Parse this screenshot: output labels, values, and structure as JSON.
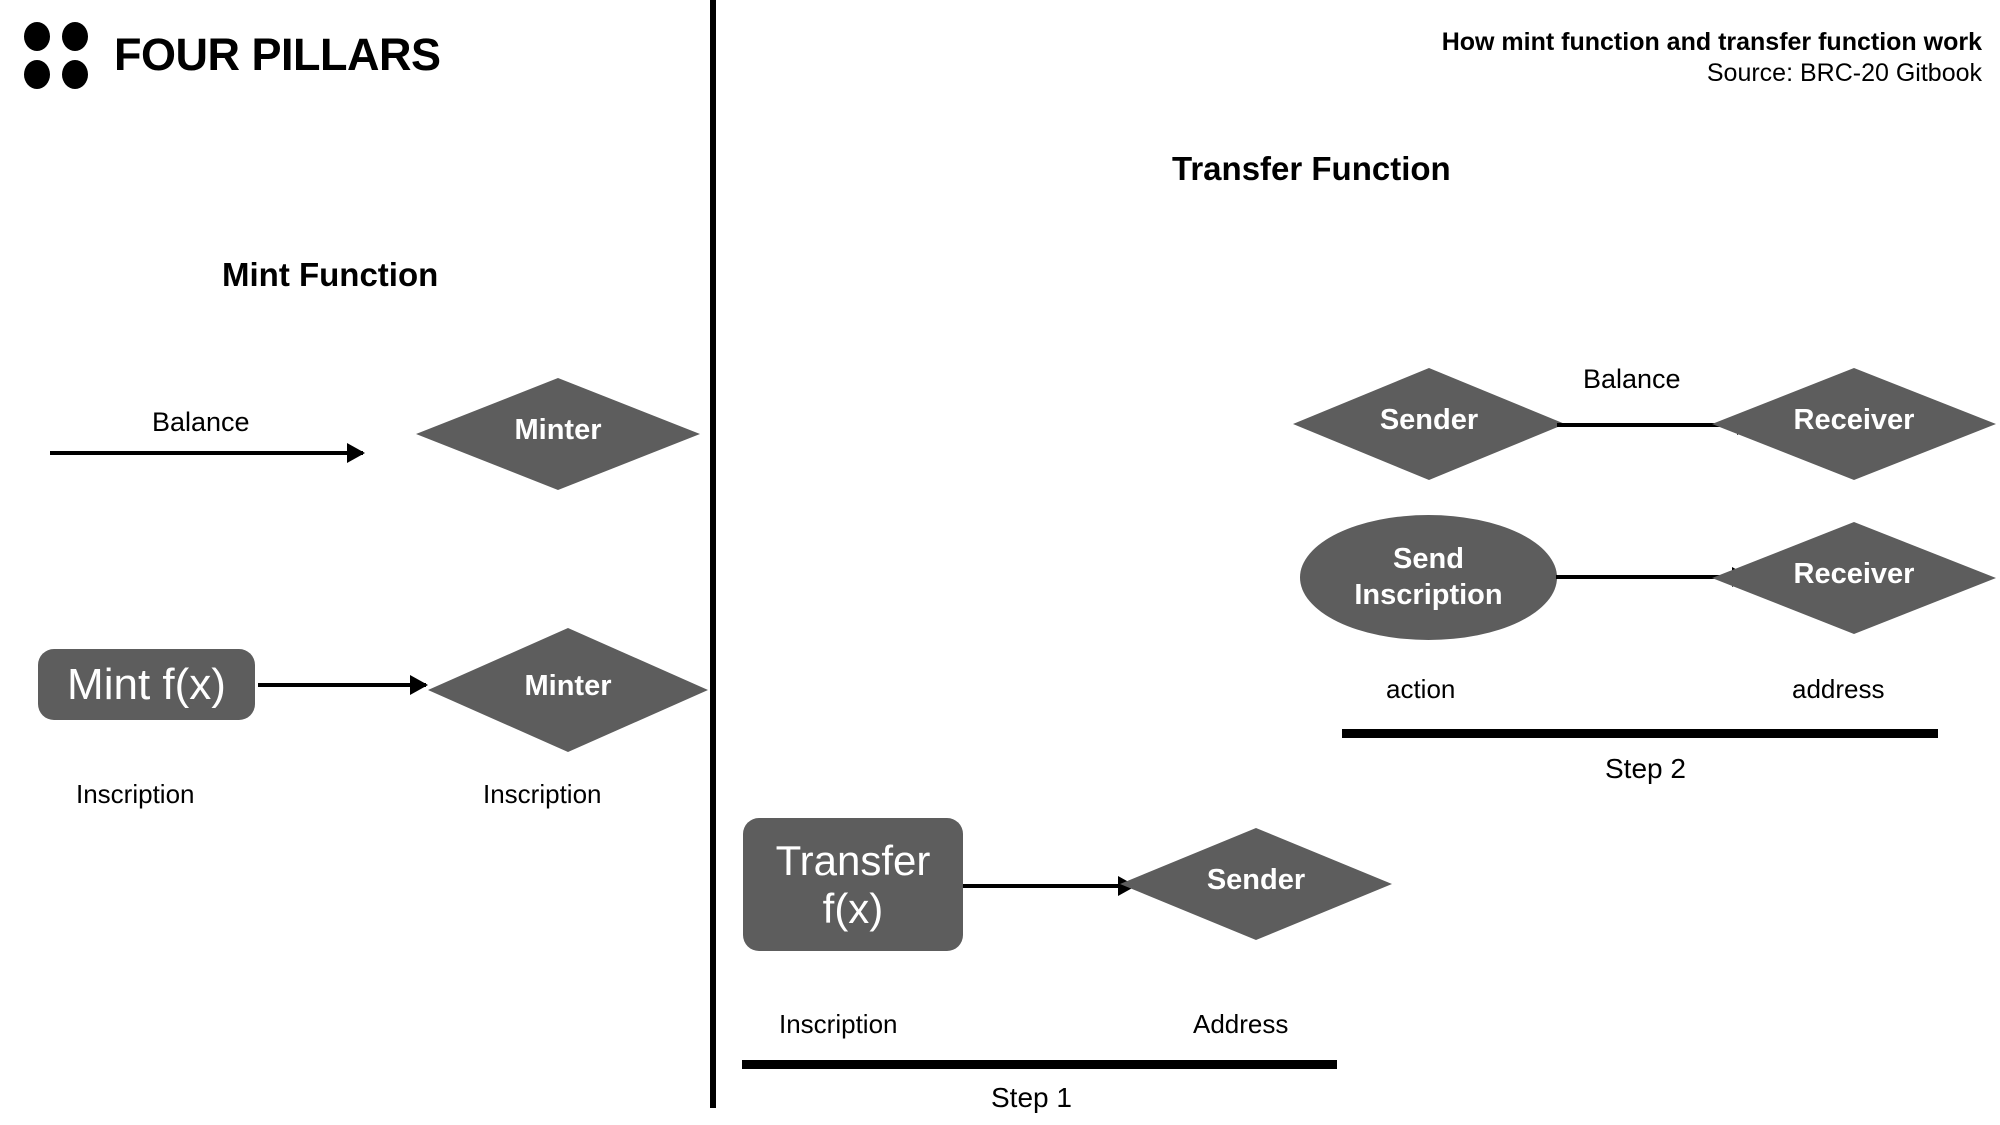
{
  "brand": {
    "name": "FOUR PILLARS",
    "logo_icon": "four-dots-icon"
  },
  "header": {
    "title": "How mint function and transfer function work",
    "source": "Source: BRC-20 Gitbook"
  },
  "mint_panel": {
    "title": "Mint Function",
    "balance_arrow_label": "Balance",
    "minter_top": "Minter",
    "mint_fx": "Mint f(x)",
    "minter_bottom": "Minter",
    "caption_left": "Inscription",
    "caption_right": "Inscription"
  },
  "transfer_panel": {
    "title": "Transfer Function",
    "step2": {
      "sender": "Sender",
      "balance_arrow_label": "Balance",
      "receiver_top": "Receiver",
      "send_inscription_line1": "Send",
      "send_inscription_line2": "Inscription",
      "receiver_bottom": "Receiver",
      "caption_left": "action",
      "caption_right": "address",
      "step_label": "Step 2"
    },
    "step1": {
      "transfer_fx_line1": "Transfer",
      "transfer_fx_line2": "f(x)",
      "sender": "Sender",
      "caption_left": "Inscription",
      "caption_right": "Address",
      "step_label": "Step 1"
    }
  },
  "colors": {
    "shape_gray": "#5d5d5d",
    "line_black": "#000000",
    "background": "#ffffff",
    "shape_text": "#ffffff"
  }
}
